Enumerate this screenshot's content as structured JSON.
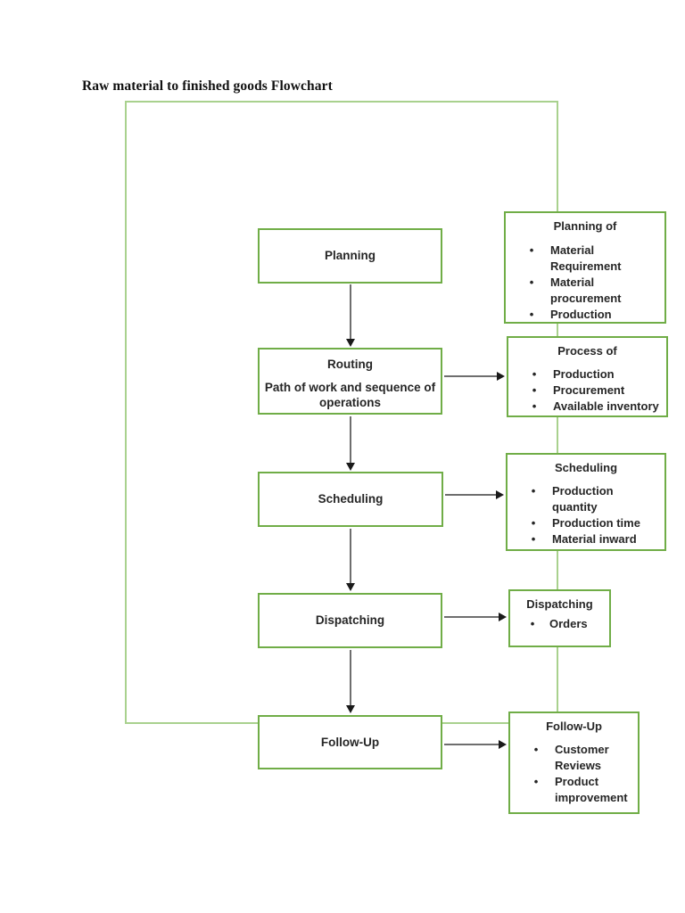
{
  "page": {
    "title": "Raw material to finished goods Flowchart"
  },
  "flowchart": {
    "bullet_glyph": "•",
    "main_steps": [
      {
        "label": "Planning"
      },
      {
        "label": "Routing",
        "description": "Path of work and sequence of operations"
      },
      {
        "label": "Scheduling"
      },
      {
        "label": "Dispatching"
      },
      {
        "label": "Follow-Up"
      }
    ],
    "detail_boxes": [
      {
        "header": "Planning of",
        "items": [
          "Material Requirement",
          "Material procurement",
          "Production"
        ]
      },
      {
        "header": "Process of",
        "items": [
          "Production",
          "Procurement",
          "Available inventory"
        ]
      },
      {
        "header": "Scheduling",
        "items": [
          "Production quantity",
          "Production time",
          "Material inward"
        ]
      },
      {
        "header": "Dispatching",
        "items": [
          "Orders"
        ]
      },
      {
        "header": "Follow-Up",
        "items": [
          "Customer Reviews",
          "Product improvement"
        ]
      }
    ],
    "colors": {
      "container_border": "#A9D18E",
      "box_border": "#70AD47",
      "arrow_line": "#6E6E6E",
      "arrow_head": "#1A1A1A",
      "text": "#262626"
    }
  }
}
